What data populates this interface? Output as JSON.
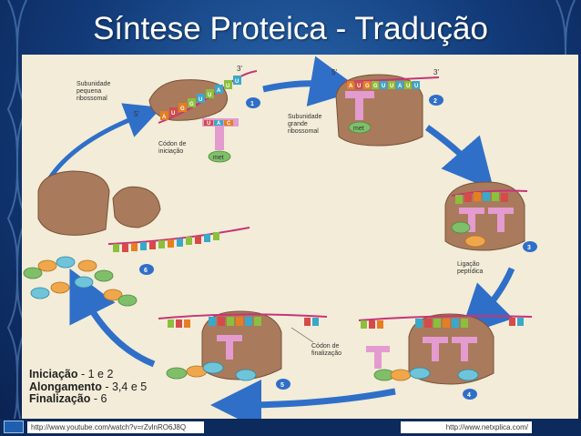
{
  "title": "Síntese Proteica - Tradução",
  "labels": {
    "small_subunit": [
      "Subunidade",
      "pequena",
      "ribossomal"
    ],
    "start_codon": [
      "Códon de",
      "iniciação"
    ],
    "large_subunit": [
      "Subunidade",
      "grande",
      "ribossomal"
    ],
    "peptide_bond": [
      "Ligação",
      "peptídica"
    ],
    "stop_codon": [
      "Códon de",
      "finalização"
    ],
    "met": "met",
    "five_prime": "5'",
    "three_prime": "3'"
  },
  "codons": {
    "mrna_step1": [
      "A",
      "U",
      "G",
      "G",
      "U",
      "U",
      "A",
      "U",
      "U"
    ],
    "anticodon": [
      "U",
      "A",
      "C"
    ],
    "mrna_step2": [
      "A",
      "U",
      "G",
      "G",
      "U",
      "U",
      "A",
      "U",
      "U"
    ]
  },
  "steps": [
    "1",
    "2",
    "3",
    "4",
    "5",
    "6"
  ],
  "legend": [
    {
      "term": "Iniciação",
      "value": " - 1 e 2"
    },
    {
      "term": "Alongamento",
      "value": " - 3,4 e 5"
    },
    {
      "term": "Finalização",
      "value": " - 6"
    }
  ],
  "footer": {
    "left_url": "http://www.youtube.com/watch?v=rZvlnRO6J8Q",
    "right_url": "http://www.netxplica.com/"
  },
  "colors": {
    "accent_blue": "#2f6fc8",
    "ribosome": "#a97a5c",
    "mrna": "#c8337a",
    "trna": "#e49bd0",
    "met": "#7fbf6a"
  }
}
